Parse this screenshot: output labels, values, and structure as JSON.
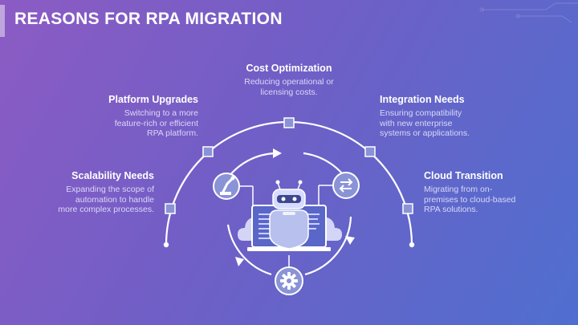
{
  "page": {
    "title": "REASONS FOR RPA MIGRATION"
  },
  "reasons": [
    {
      "title": "Scalability Needs",
      "desc1": "Expanding the scope of",
      "desc2": "automation to handle",
      "desc3": "more complex processes."
    },
    {
      "title": "Platform Upgrades",
      "desc1": "Switching to a more",
      "desc2": "feature-rich or efficient",
      "desc3": "RPA platform."
    },
    {
      "title": "Cost Optimization",
      "desc1": "Reducing operational or",
      "desc2": "licensing costs.",
      "desc3": ""
    },
    {
      "title": "Integration Needs",
      "desc1": "Ensuring compatibility",
      "desc2": "with new enterprise",
      "desc3": "systems or applications."
    },
    {
      "title": "Cloud Transition",
      "desc1": "Migrating from on-",
      "desc2": "premises to cloud-based",
      "desc3": "RPA solutions."
    }
  ],
  "icons": {
    "left_badge": "robot-arm-icon",
    "right_badge": "exchange-arrows-icon",
    "bottom_badge": "gear-icon",
    "center": "robot-computer-icon"
  },
  "colors": {
    "background_start": "#8c5bc4",
    "background_end": "#4f6fcf",
    "badge_fill": "#8a93d6",
    "line": "#ffffff"
  }
}
